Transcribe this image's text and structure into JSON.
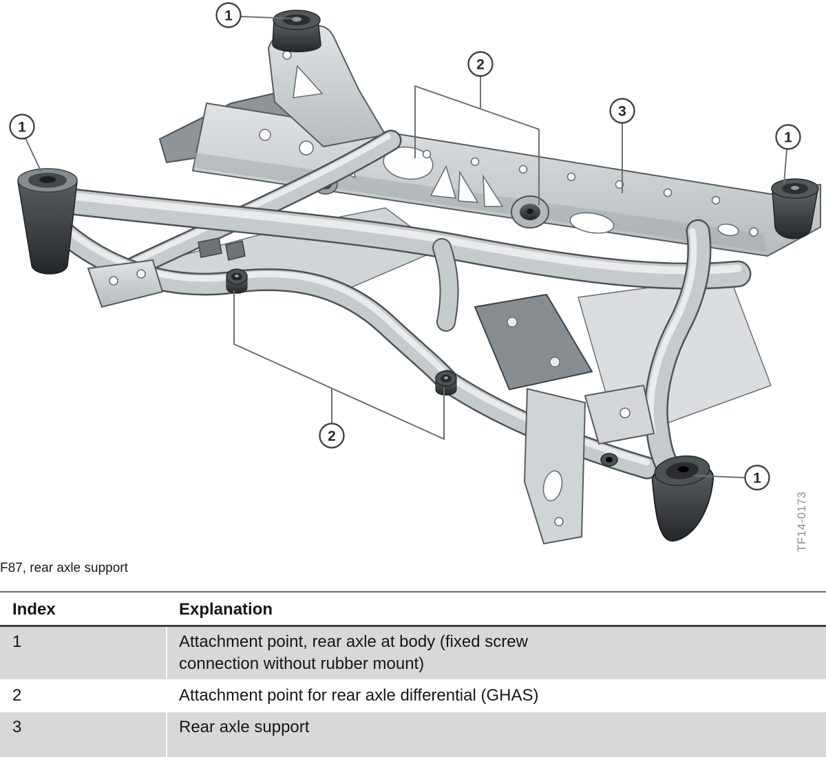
{
  "figure": {
    "caption": "F87, rear axle support",
    "watermark": "TF14-0173",
    "callouts": [
      {
        "label": "1"
      },
      {
        "label": "1"
      },
      {
        "label": "2"
      },
      {
        "label": "3"
      },
      {
        "label": "1"
      },
      {
        "label": "2"
      },
      {
        "label": "1"
      }
    ]
  },
  "table": {
    "columns": [
      "Index",
      "Explanation"
    ],
    "rows": [
      {
        "index": "1",
        "explanation": "Attachment point, rear axle at body (fixed screw connection without rubber mount)"
      },
      {
        "index": "2",
        "explanation": "Attachment point for rear axle differential (GHAS)"
      },
      {
        "index": "3",
        "explanation": "Rear axle support"
      }
    ]
  },
  "colors": {
    "table_row_alt": "#d8d8d8",
    "table_rule_dark": "#3e4245",
    "diagram_outline": "#4d5255",
    "dark_bushing": "#2c2f31",
    "watermark_gray": "#8b8f92"
  }
}
